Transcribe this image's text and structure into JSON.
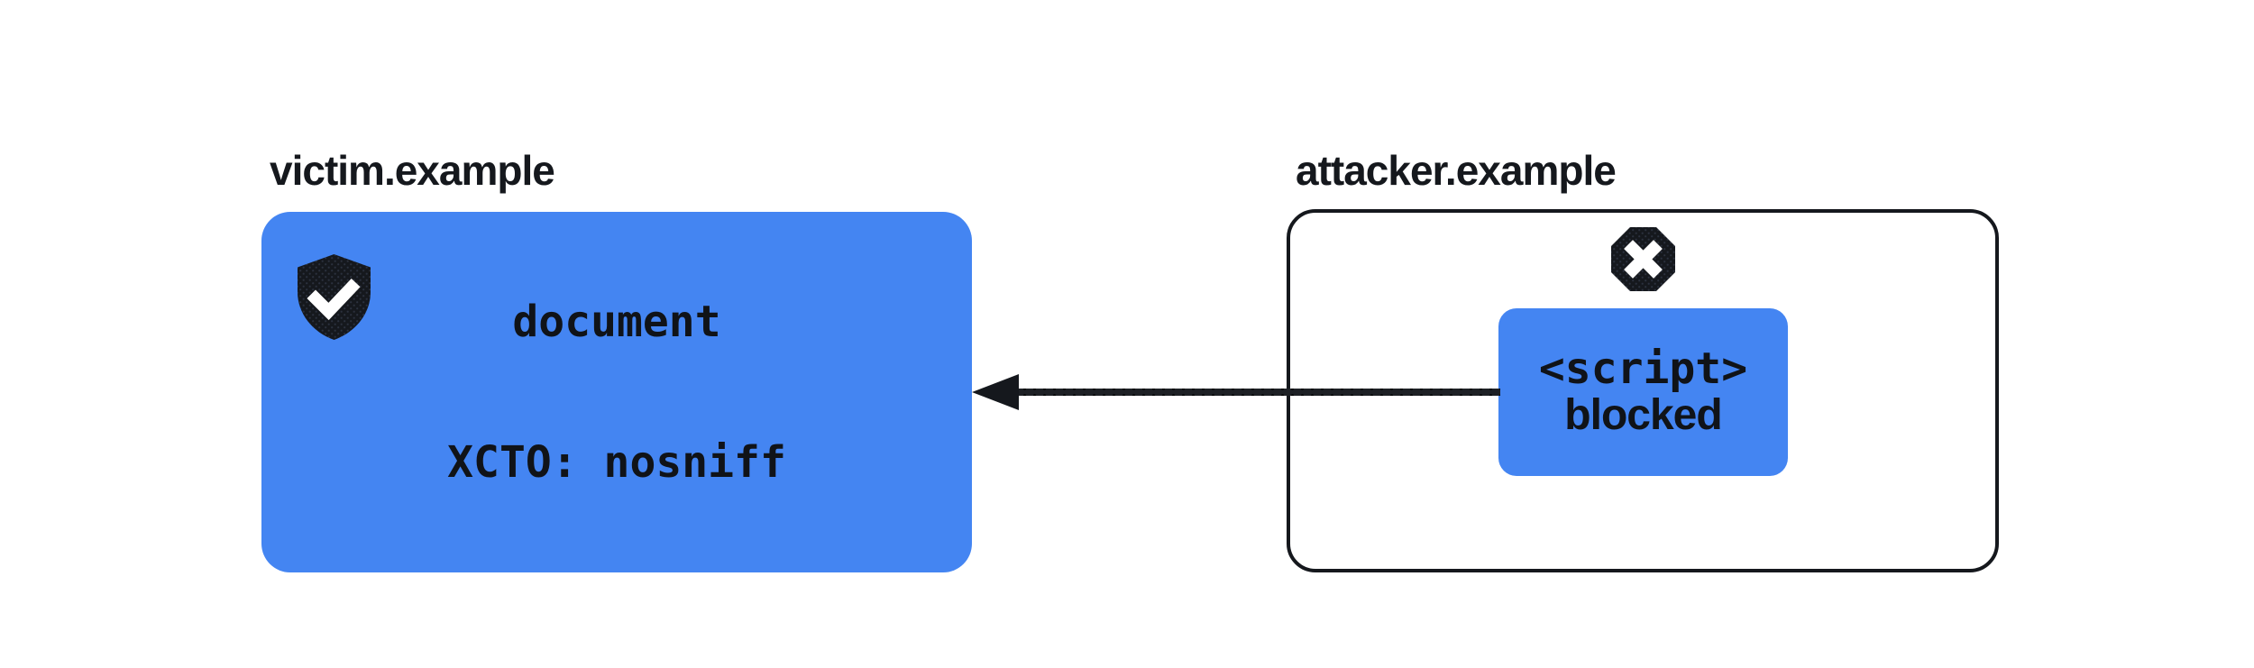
{
  "victim": {
    "label": "victim.example",
    "lines": [
      "document",
      "XCTO: nosniff"
    ]
  },
  "attacker": {
    "label": "attacker.example",
    "script_box": {
      "lines": [
        "<script>",
        "blocked"
      ]
    }
  },
  "icons": {
    "shield": "shield-check-icon",
    "octagon": "blocked-x-octagon-icon",
    "arrow": "arrow-request-blocked"
  },
  "colors": {
    "blue": "#4485F2",
    "dark": "#15181D",
    "background": "#FFFFFF"
  }
}
